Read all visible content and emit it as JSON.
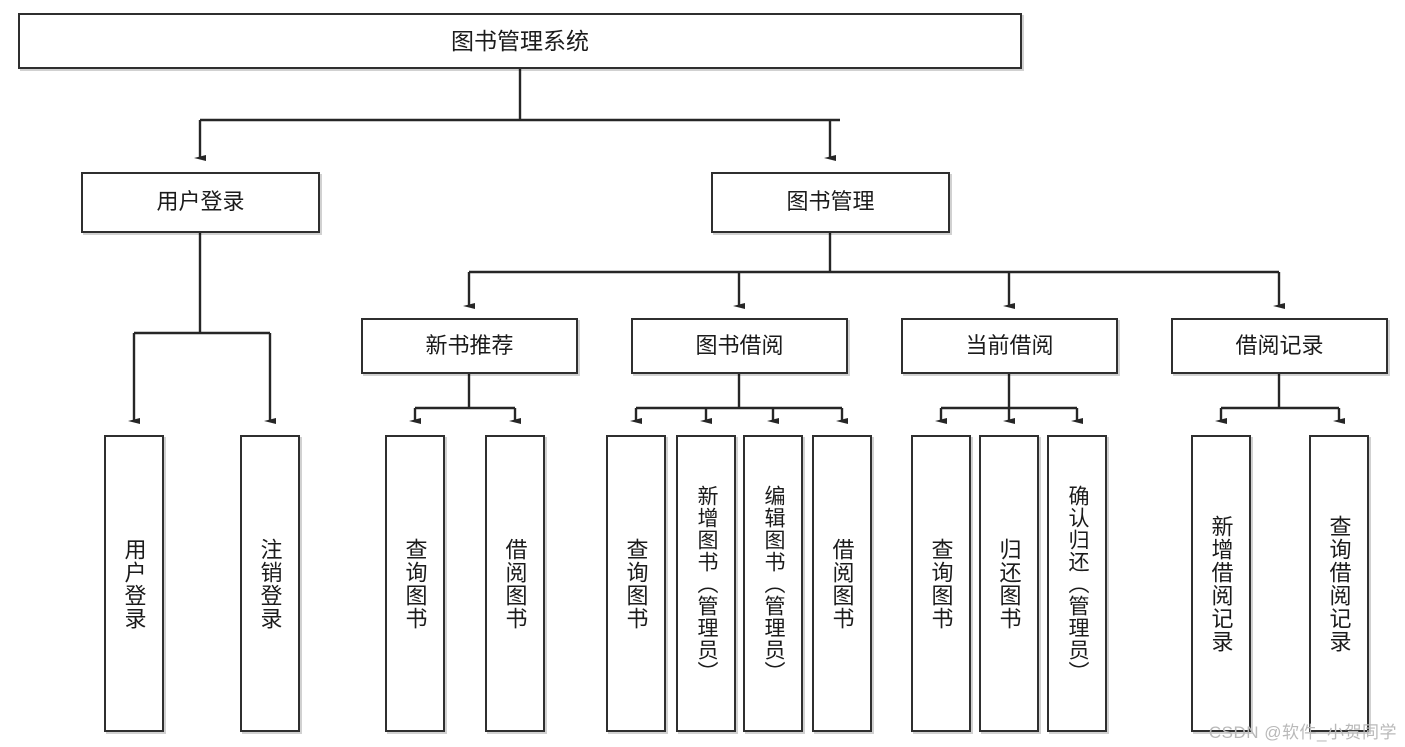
{
  "diagram": {
    "title_node": {
      "label": "图书管理系统"
    },
    "level2": [
      {
        "key": "user-login",
        "label": "用户登录"
      },
      {
        "key": "book-manage",
        "label": "图书管理"
      }
    ],
    "level3": [
      {
        "key": "new-book-recommend",
        "label": "新书推荐"
      },
      {
        "key": "book-borrow",
        "label": "图书借阅"
      },
      {
        "key": "current-borrow",
        "label": "当前借阅"
      },
      {
        "key": "borrow-record",
        "label": "借阅记录"
      }
    ],
    "leaves": [
      {
        "key": "leaf-user-login",
        "label": "用户登录"
      },
      {
        "key": "leaf-logout-login",
        "label": "注销登录"
      },
      {
        "key": "leaf-query-book-1",
        "label": "查询图书"
      },
      {
        "key": "leaf-borrow-book-1",
        "label": "借阅图书"
      },
      {
        "key": "leaf-query-book-2",
        "label": "查询图书"
      },
      {
        "key": "leaf-add-book-admin",
        "label": "新增图书（管理员）"
      },
      {
        "key": "leaf-edit-book-admin",
        "label": "编辑图书（管理员）"
      },
      {
        "key": "leaf-borrow-book-2",
        "label": "借阅图书"
      },
      {
        "key": "leaf-query-book-3",
        "label": "查询图书"
      },
      {
        "key": "leaf-return-book",
        "label": "归还图书"
      },
      {
        "key": "leaf-confirm-return-admin",
        "label": "确认归还（管理员）"
      },
      {
        "key": "leaf-add-borrow-record",
        "label": "新增借阅记录"
      },
      {
        "key": "leaf-query-borrow-record",
        "label": "查询借阅记录"
      }
    ],
    "watermark": "CSDN @软件_小贺同学",
    "colors": {
      "border": "#2f2f2f",
      "fill": "#ffffff",
      "text": "#1b1b1b",
      "watermark": "#b9b9b9",
      "edge": "#262626"
    }
  }
}
